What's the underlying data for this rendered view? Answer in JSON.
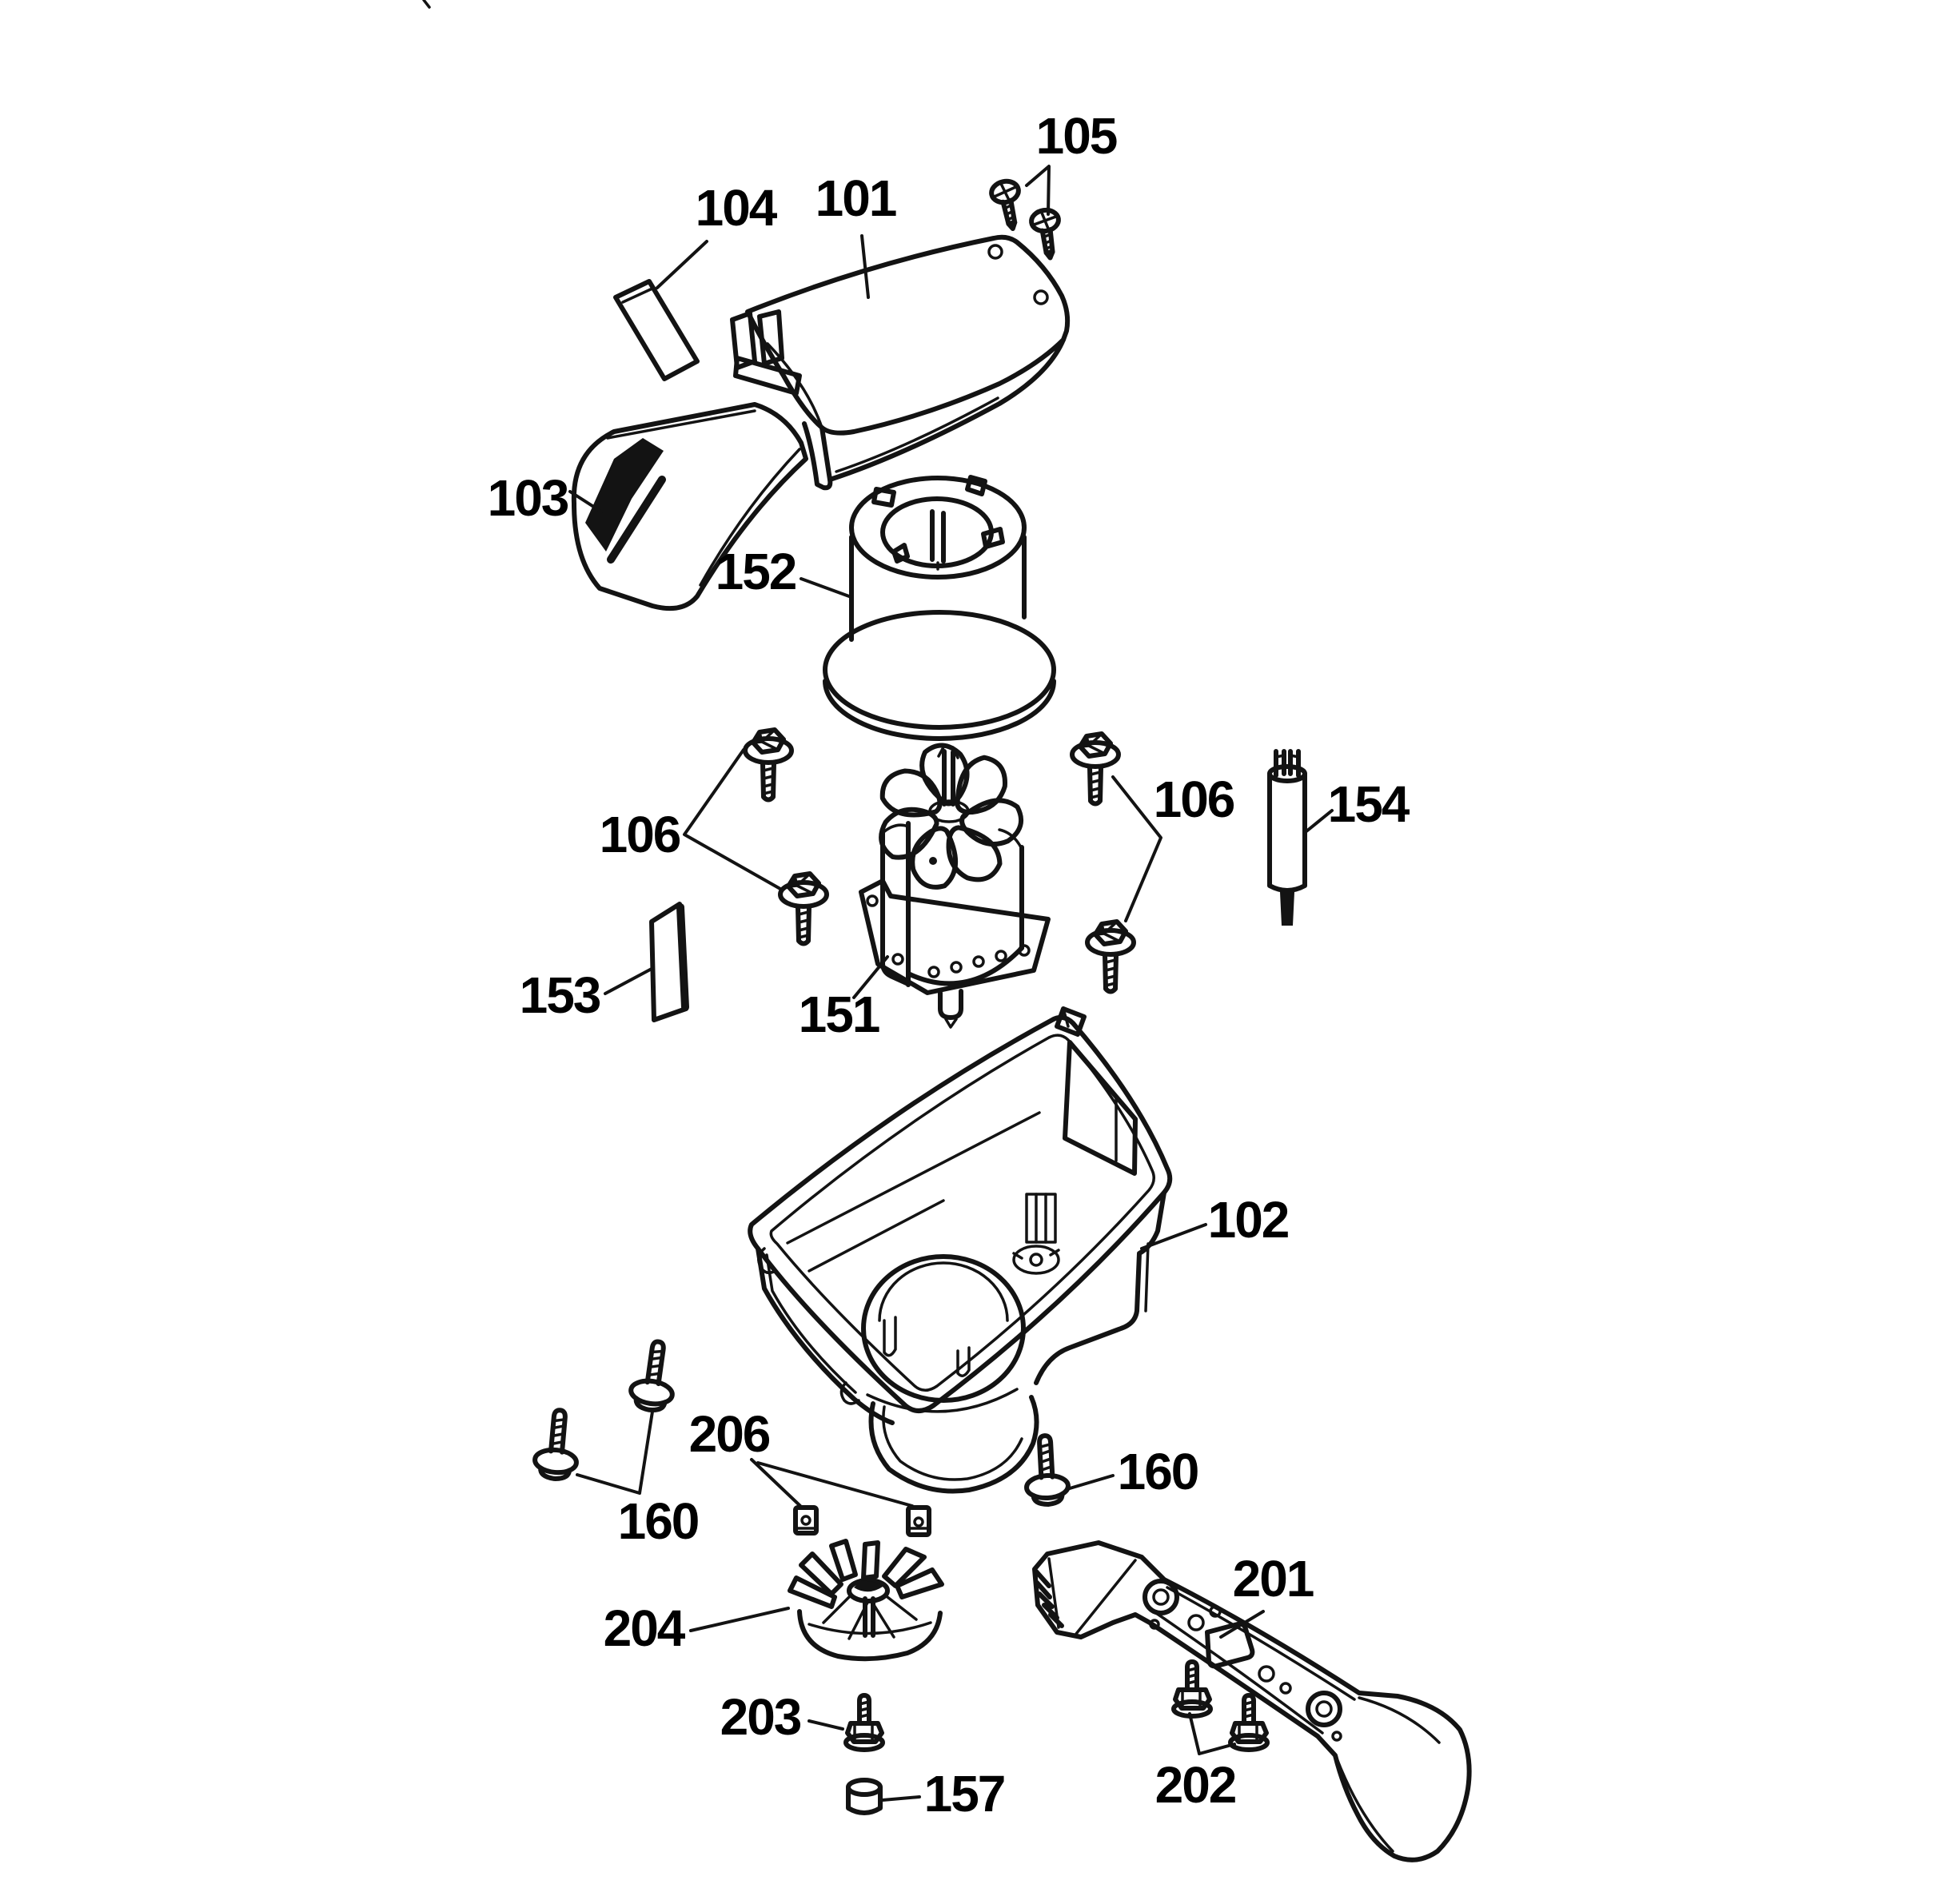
{
  "diagram": {
    "type": "exploded-parts-diagram",
    "colors": {
      "background": "#ffffff",
      "line": "#131313",
      "text": "#000000"
    },
    "callouts": {
      "c101": "101",
      "c102": "102",
      "c103": "103",
      "c104": "104",
      "c105": "105",
      "c106_left": "106",
      "c106_right": "106",
      "c151": "151",
      "c152": "152",
      "c153": "153",
      "c154": "154",
      "c157": "157",
      "c160_left": "160",
      "c160_right": "160",
      "c201": "201",
      "c202": "202",
      "c203": "203",
      "c204": "204",
      "c206": "206"
    }
  }
}
